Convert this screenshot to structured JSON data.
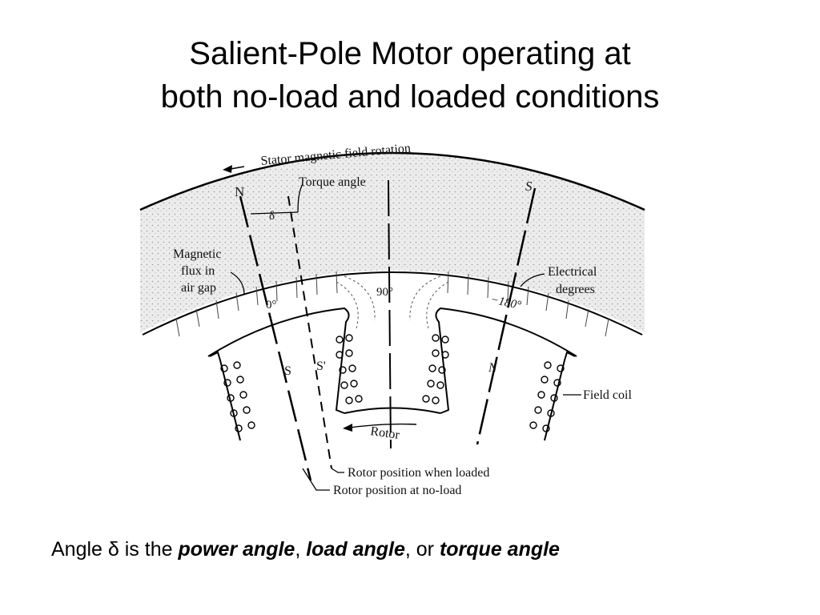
{
  "title": {
    "line1": "Salient-Pole Motor operating at",
    "line2": "both no-load and loaded conditions"
  },
  "diagram": {
    "labels": {
      "stator_rotation": "Stator magnetic field rotation",
      "torque_angle": "Torque angle",
      "delta": "δ",
      "north_left": "N",
      "south_right": "S",
      "magnetic_flux_1": "Magnetic",
      "magnetic_flux_2": "flux in",
      "magnetic_flux_3": "air gap",
      "deg_0": "0°",
      "deg_90": "90°",
      "deg_180": "−180°",
      "electrical_1": "Electrical",
      "electrical_2": "degrees",
      "rotor_s": "S",
      "rotor_s_prime": "S'",
      "rotor_n": "N",
      "field_coil": "Field coil",
      "rotor": "Rotor",
      "rotor_loaded": "Rotor position when loaded",
      "rotor_noload": "Rotor position at no-load"
    }
  },
  "caption": {
    "prefix": "Angle δ is the ",
    "term1": "power angle",
    "sep1": ", ",
    "term2": "load angle",
    "sep2": ", or ",
    "term3": "torque angle"
  }
}
